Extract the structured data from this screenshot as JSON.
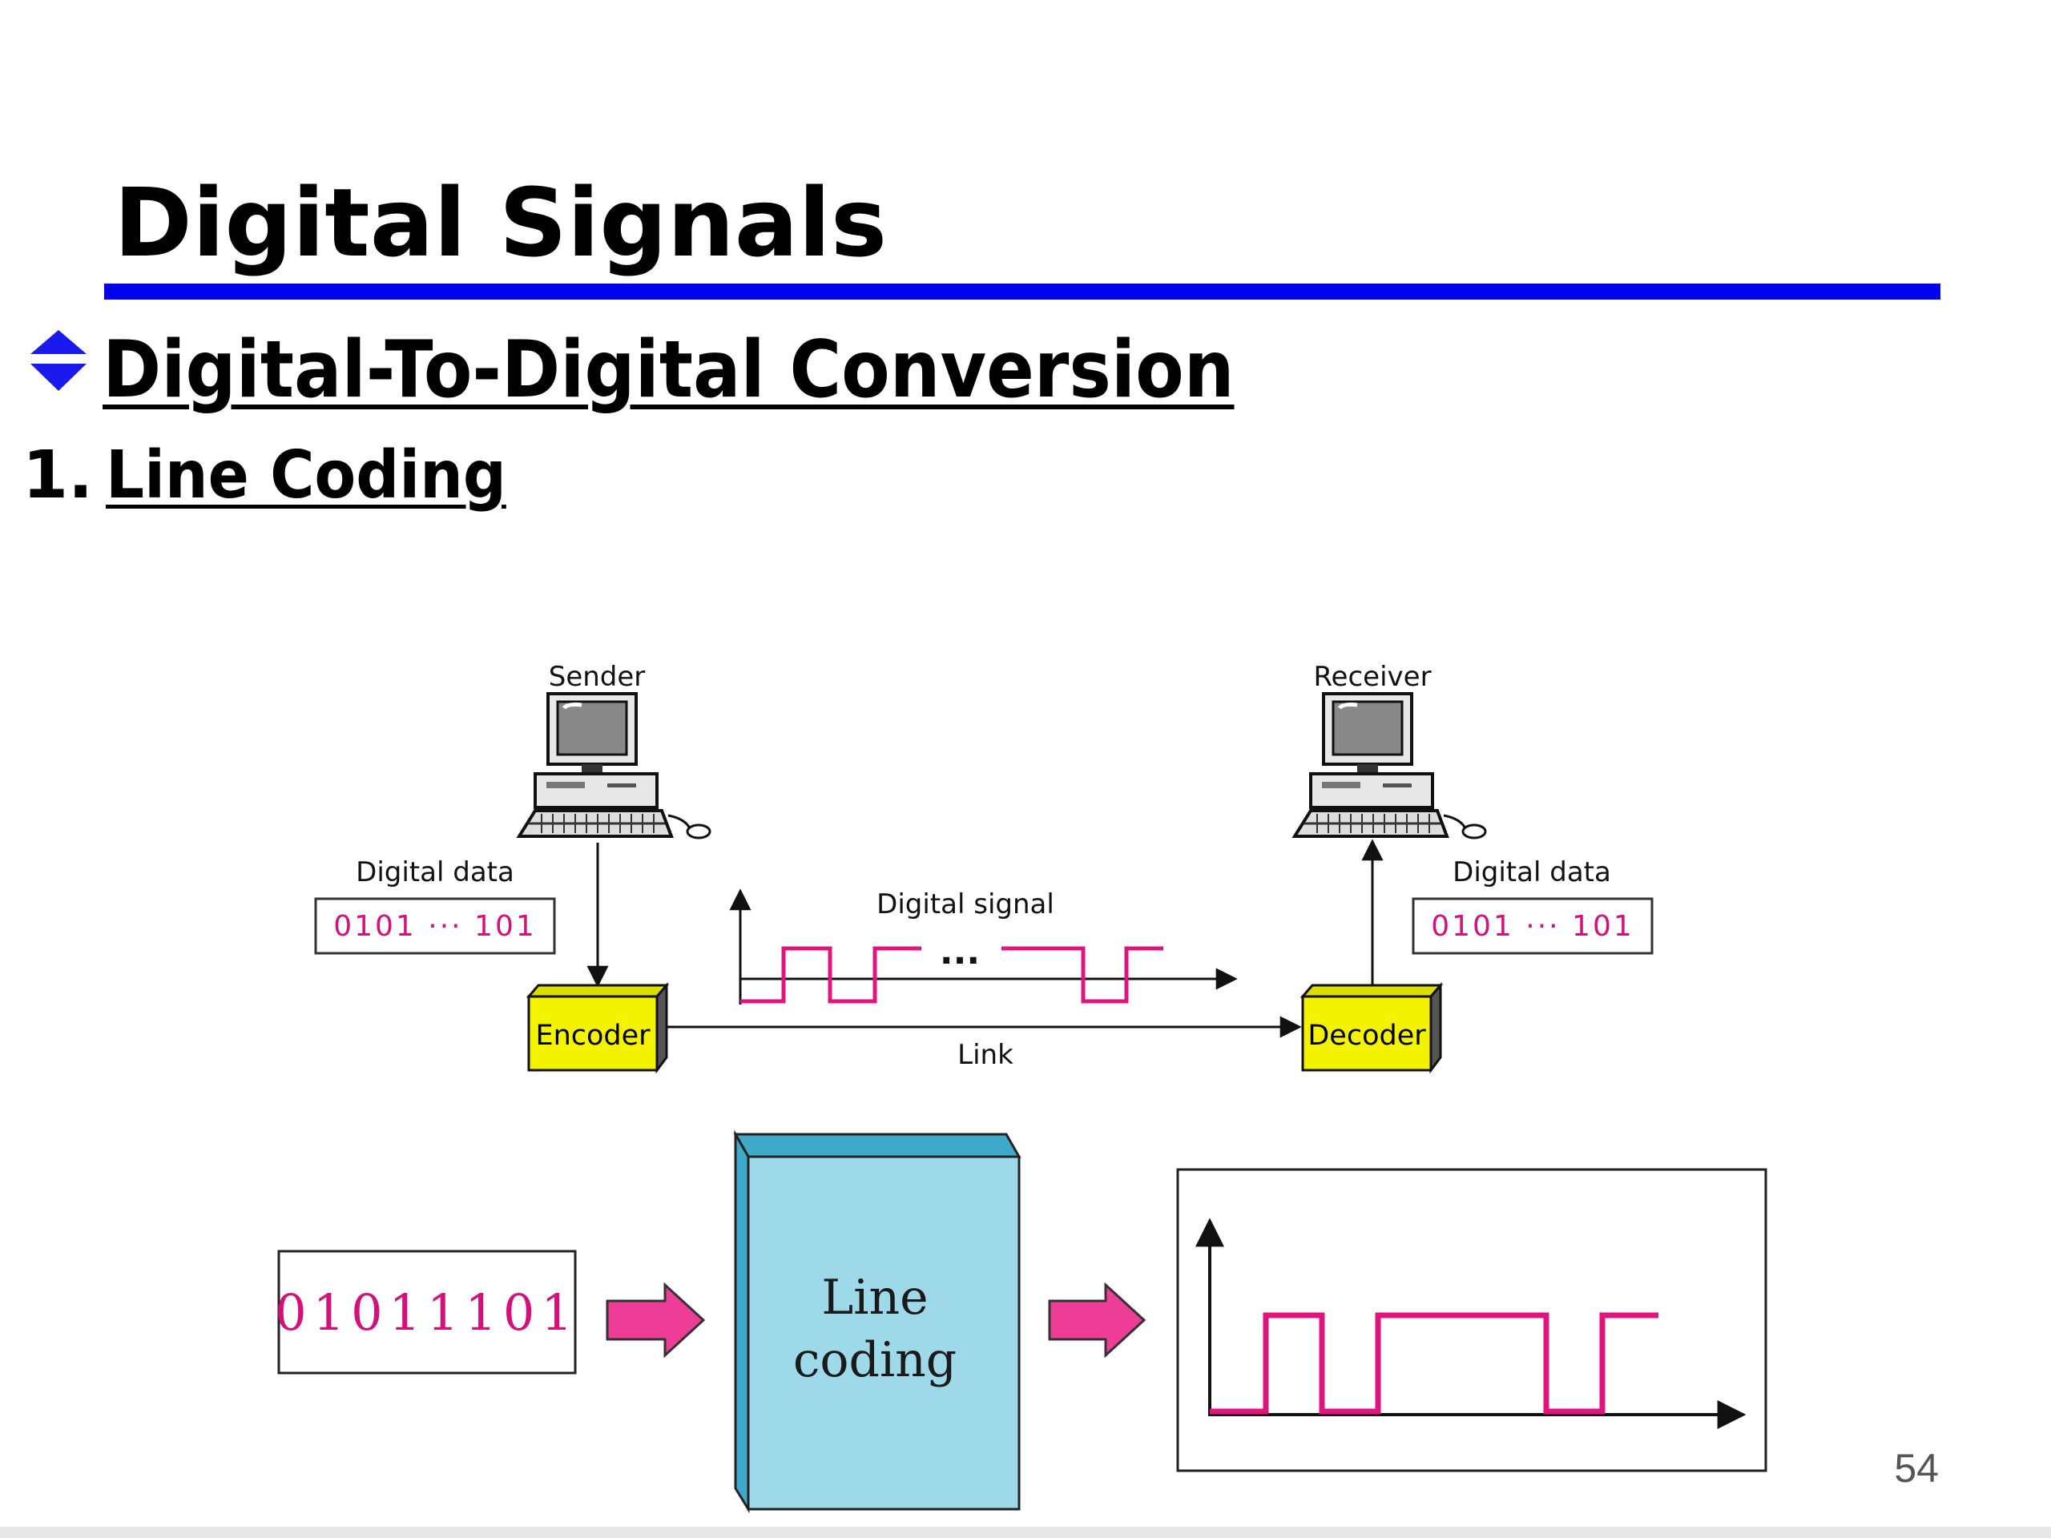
{
  "slide": {
    "title": "Digital Signals",
    "subtitle": "Digital-To-Digital Conversion",
    "item_number": "1.",
    "item_label": "Line Coding",
    "page_number": "54"
  },
  "top_diagram": {
    "sender_label": "Sender",
    "receiver_label": "Receiver",
    "left_data_label": "Digital data",
    "left_bits": "0101 ··· 101",
    "right_data_label": "Digital data",
    "right_bits": "0101 ··· 101",
    "signal_label": "Digital signal",
    "signal_ellipsis": "···",
    "encoder_label": "Encoder",
    "decoder_label": "Decoder",
    "link_label": "Link"
  },
  "bottom_diagram": {
    "input_bits": "01011101",
    "box_line1": "Line",
    "box_line2": "coding",
    "signal_levels": [
      0,
      1,
      0,
      1,
      1,
      1,
      0,
      1
    ]
  },
  "colors": {
    "title_rule": "#0000ee",
    "signal": "#e0147f",
    "arrow_fill": "#ee3d96",
    "encoder_fill": "#f3f300",
    "box_front": "#9ed9ea",
    "box_side": "#3ea9c9"
  },
  "icons": [
    "diamond-bullet-icon",
    "computer-icon"
  ]
}
